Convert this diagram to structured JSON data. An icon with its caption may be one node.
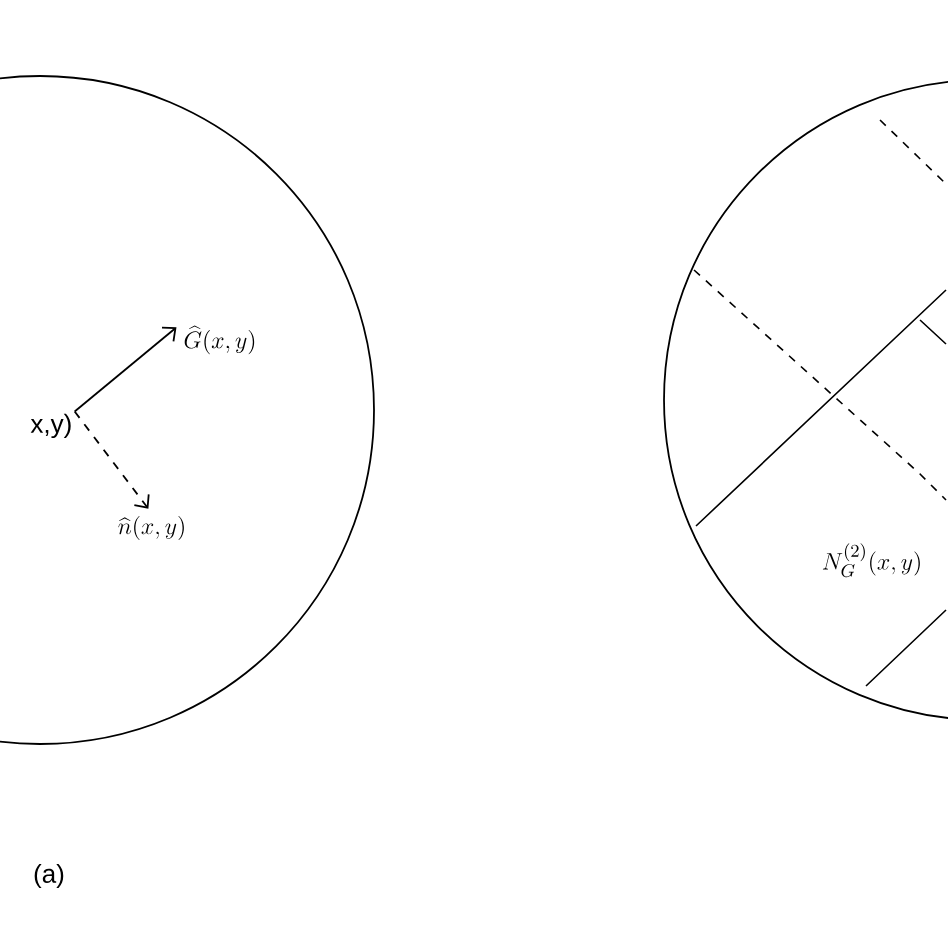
{
  "diagram": {
    "nodes": [
      {
        "text": [],
        "shape": "circle"
      },
      {
        "text": [
          "x,y)"
        ],
        "in": 0
      },
      {
        "text": [
          "\\widehat{G}(x, y)"
        ],
        "in": 0
      },
      {
        "text": [
          "\\widehat{n}(x, y)"
        ],
        "in": 0
      },
      {
        "text": [],
        "shape": "circle"
      },
      {
        "text": [
          "N_G^{(2)}(x, y)"
        ],
        "in": 4
      }
    ],
    "edges": [
      {
        "from": 1,
        "to": 2,
        "arrow": "to"
      },
      {
        "from": 1,
        "to": 3,
        "arrow": "to",
        "style": "dashed"
      }
    ],
    "labels": [
      "(a)"
    ]
  }
}
